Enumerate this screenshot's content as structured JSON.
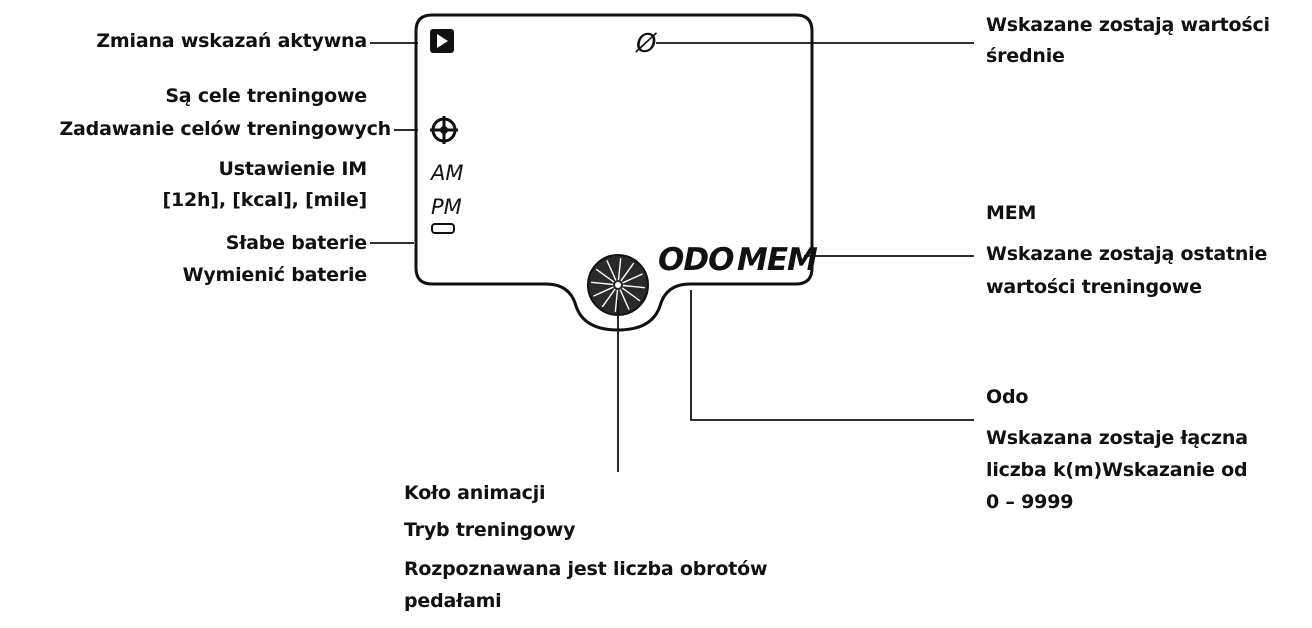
{
  "display": {
    "odo": "ODO",
    "mem": "MEM",
    "am": "AM",
    "pm": "PM",
    "avg_symbol": "Ø"
  },
  "labels": {
    "left": {
      "change_active": "Zmiana wskazań aktywna",
      "targets_line1": "Są cele treningowe",
      "targets_line2": "Zadawanie celów treningowych",
      "im_line1": "Ustawienie IM",
      "im_line2": "[12h], [kcal], [mile]",
      "battery_line1": "Słabe baterie",
      "battery_line2": "Wymienić baterie"
    },
    "right": {
      "avg_line1": "Wskazane zostają wartości",
      "avg_line2": "średnie",
      "mem_title": "MEM",
      "mem_line1": "Wskazane zostają ostatnie",
      "mem_line2": "wartości treningowe",
      "odo_title": "Odo",
      "odo_line1": "Wskazana zostaje łączna",
      "odo_line2": "liczba k(m)Wskazanie od",
      "odo_line3": "0 – 9999"
    },
    "bottom": {
      "wheel_line1": "Koło animacji",
      "wheel_line2": "Tryb treningowy",
      "wheel_line3": "Rozpoznawana jest liczba obrotów",
      "wheel_line4": "pedałami"
    }
  },
  "colors": {
    "ink": "#111111",
    "background": "#ffffff"
  }
}
